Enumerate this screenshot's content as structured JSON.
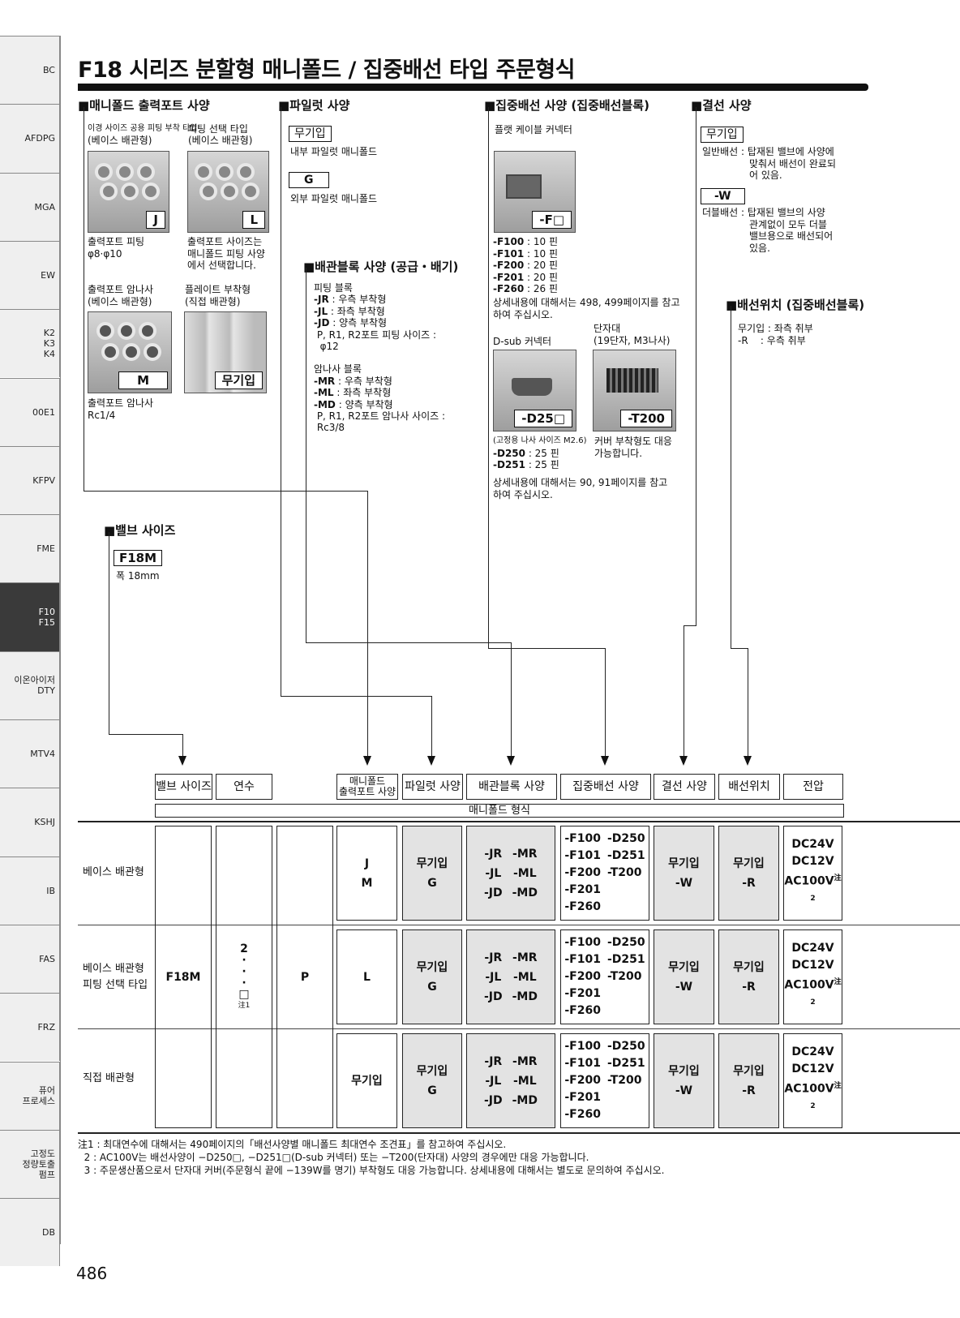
{
  "side_tabs": [
    "BC",
    "AFDPG",
    "MGA",
    "EW",
    "K2\nK3\nK4",
    "00E1",
    "KFPV",
    "FME",
    "F10\nF15",
    "이온아이저\nDTY",
    "MTV4",
    "KSHJ",
    "IB",
    "FAS",
    "FRZ",
    "퓨어\n프로세스",
    "고정도\n정량토출\n펌프",
    "DB"
  ],
  "title": "F18 시리즈 분할형 매니폴드 / 집중배선 타입 주문형식",
  "output_port": {
    "header": "■매니폴드 출력포트 사양",
    "j_caption": [
      "이경 사이즈 공용 피팅 부착 타입",
      "(베이스 배관형)"
    ],
    "l_caption": [
      "피팅 선택 타입",
      "(베이스 배관형)"
    ],
    "j_code": "J",
    "l_code": "L",
    "j_desc": [
      "출력포트 피팅",
      "φ8·φ10"
    ],
    "l_desc": [
      "출력포트 사이즈는",
      "매니폴드 피팅 사양",
      "에서 선택합니다."
    ],
    "m_caption": [
      "출력포트 암나사",
      "(베이스 배관형)"
    ],
    "plate_caption": [
      "플레이트 부착형",
      "(직접 배관형)"
    ],
    "m_code": "M",
    "plate_code": "무기입",
    "m_desc": [
      "출력포트 암나사",
      "Rc1/4"
    ]
  },
  "pilot": {
    "header": "■파일럿 사양",
    "opt1_code": "무기입",
    "opt1_desc": "내부 파일럿 매니폴드",
    "opt2_code": "G",
    "opt2_desc": "외부 파일럿 매니폴드"
  },
  "piping_block": {
    "header": "■배관블록 사양 (공급・배기)",
    "lines": [
      "피팅 블록",
      "-JR : 우측 부착형",
      "-JL : 좌측 부착형",
      "-JD : 양측 부착형",
      " P, R1, R2포트 피팅 사이즈 :",
      "  φ12",
      "",
      "암나사 블록",
      "-MR : 우측 부착형",
      "-ML : 좌측 부착형",
      "-MD : 양측 부착형",
      " P, R1, R2포트 암나사 사이즈 :",
      " Rc3/8"
    ]
  },
  "wiring": {
    "header": "■집중배선 사양 (집중배선블록)",
    "flat_label": "플랫 케이블 커넥터",
    "flat_code": "-F□",
    "flat_lines": [
      "-F100 : 10 핀",
      "-F101 : 10 핀",
      "-F200 : 20 핀",
      "-F201 : 20 핀",
      "-F260 : 26 핀"
    ],
    "flat_note": [
      "상세내용에 대해서는 498, 499페이지를 참고",
      "하여 주십시오."
    ],
    "dsub_label": "D-sub 커넥터",
    "terminal_label": [
      "단자대",
      "(19단자, M3나사)"
    ],
    "dsub_code": "-D25□",
    "terminal_code": "-T200",
    "dsub_lines": [
      "(고정용 나사 사이즈 M2.6)",
      "-D250 : 25 핀",
      "-D251 : 25 핀"
    ],
    "terminal_desc": [
      "커버 부착형도 대응",
      "가능합니다."
    ],
    "dsub_note": [
      "상세내용에 대해서는 90, 91페이지를 참고",
      "하여 주십시오."
    ]
  },
  "connection": {
    "header": "■결선 사양",
    "opt1_code": "무기입",
    "opt1_desc": [
      "일반배선 : 탑재된 밸브에 사양에",
      "맞춰서 배선이 완료되",
      "어 있음."
    ],
    "opt2_code": "-W",
    "opt2_desc": [
      "더블배선 : 탑재된 밸브의 사양",
      "관계없이 모두 더블",
      "밸브용으로 배선되어",
      "있음."
    ]
  },
  "wiring_pos": {
    "header": "■배선위치 (집중배선블록)",
    "lines": [
      "무기입 : 좌측 취부",
      "-R    : 우측 취부"
    ]
  },
  "valve_size": {
    "header": "■밸브 사이즈",
    "code": "F18M",
    "desc": "폭 18mm"
  },
  "columns": [
    "밸브 사이즈",
    "연수",
    "매니폴드\n출력포트 사양",
    "파일럿 사양",
    "배관블록 사양",
    "집중배선 사양",
    "결선 사양",
    "배선위치",
    "전압"
  ],
  "manifold_type_label": "매니폴드 형식",
  "rows": [
    {
      "label": "베이스 배관형",
      "port": "J\nM"
    },
    {
      "label": "베이스 배관형\n피팅 선택 타입",
      "port": "L"
    },
    {
      "label": "직접 배관형",
      "port": "무기입"
    }
  ],
  "common": {
    "valve": "F18M",
    "stations": "2\n·\n·\n·\n□",
    "stations_note": "注1",
    "p": "P",
    "pilot": "무기입\nG",
    "piping_left": "-JR\n-JL\n-JD",
    "piping_right": "-MR\n-ML\n-MD",
    "wiring_left": "-F100\n-F101\n-F200\n-F201\n-F260",
    "wiring_right": "-D250\n-D251\n-T200",
    "conn": "무기입\n-W",
    "pos": "무기입\n-R",
    "voltage": "DC24V\nDC12V\nAC100V",
    "voltage_note": "注2"
  },
  "notes": [
    "注1 : 최대연수에 대해서는 490페이지의「배선사양별 매니폴드 최대연수 조견표」를 참고하여 주십시오.",
    "  2 : AC100V는 배선사양이 −D250□, −D251□(D-sub 커넥터) 또는 −T200(단자대) 사양의 경우에만 대응 가능합니다.",
    "  3 : 주문생산품으로서 단자대 커버(주문형식 끝에 −139W를 명기) 부착형도 대응 가능합니다. 상세내용에 대해서는 별도로 문의하여 주십시오."
  ],
  "page_number": "486"
}
